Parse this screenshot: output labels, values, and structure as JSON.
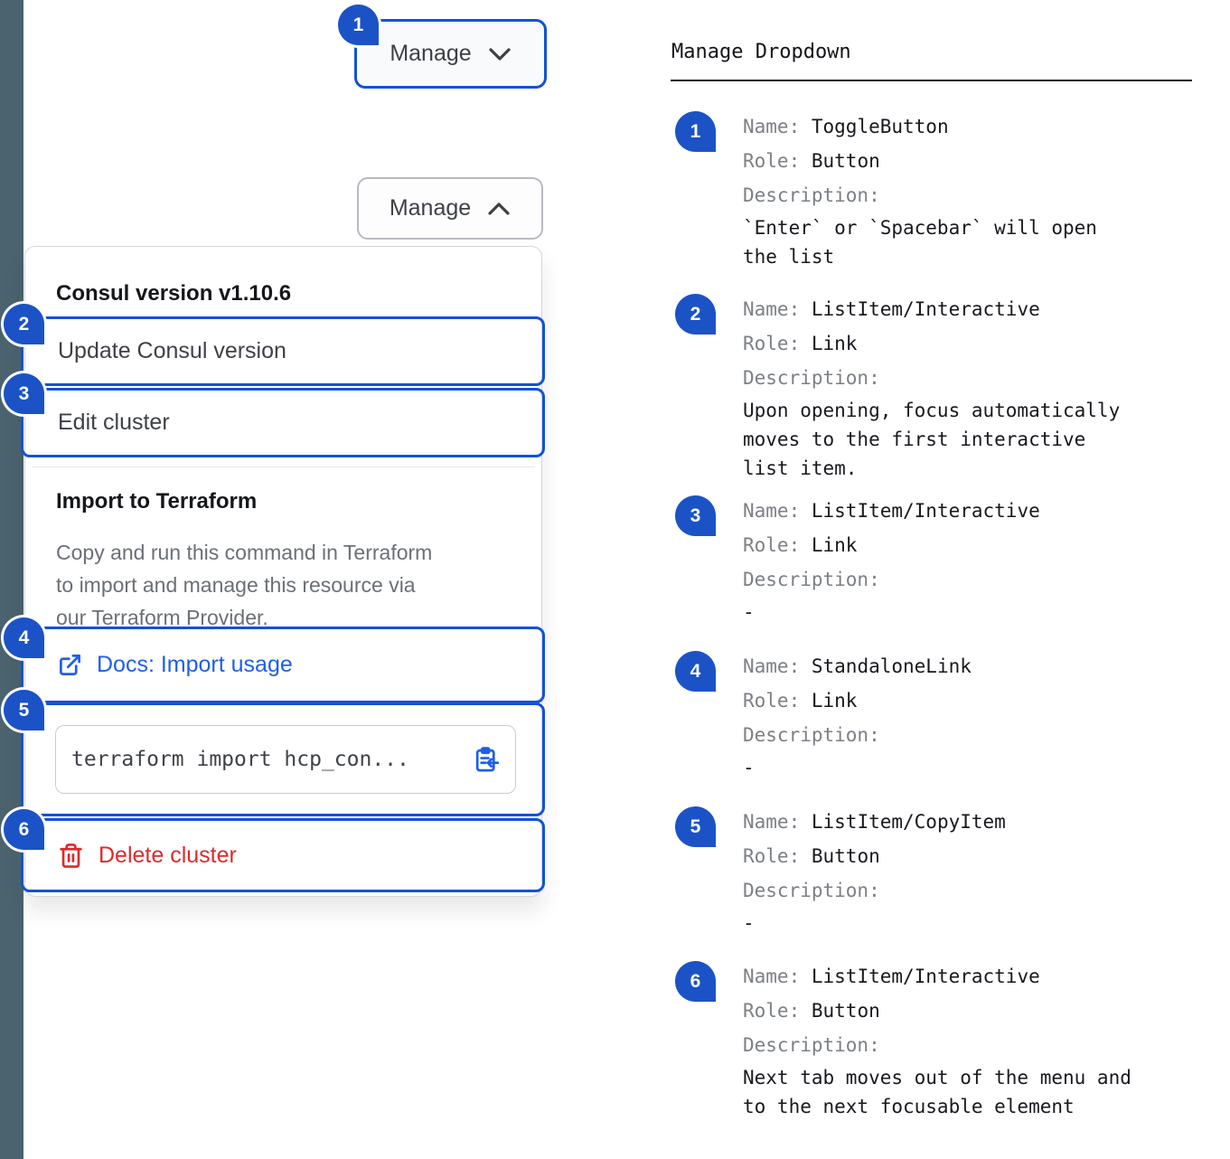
{
  "colors": {
    "primary_blue": "#1252d4",
    "badge_blue": "#1b53c6",
    "link_blue": "#1f5fe8",
    "danger_red": "#de2a2a",
    "sidebar_strip": "#4b636e"
  },
  "left_panel": {
    "collapsed_button": {
      "annotation": "1",
      "label": "Manage",
      "icon": "chevron-down-icon"
    },
    "expanded_button": {
      "label": "Manage",
      "icon": "chevron-up-icon"
    },
    "menu": {
      "version_header": "Consul version v1.10.6",
      "update_item": {
        "annotation": "2",
        "label": "Update Consul version"
      },
      "edit_item": {
        "annotation": "3",
        "label": "Edit cluster"
      },
      "import_header": "Import to Terraform",
      "import_description": "Copy and run this command in Terraform\nto import and manage this resource via\nour Terraform Provider.",
      "docs_link": {
        "annotation": "4",
        "label": "Docs: Import usage",
        "icon": "external-link-icon"
      },
      "copy_item": {
        "annotation": "5",
        "code": "terraform import hcp_con...",
        "icon": "clipboard-copy-icon"
      },
      "delete_item": {
        "annotation": "6",
        "label": "Delete cluster",
        "icon": "trash-icon"
      }
    }
  },
  "annotations_panel": {
    "title": "Manage Dropdown",
    "field_labels": {
      "name": "Name:",
      "role": "Role:",
      "description": "Description:"
    },
    "entries": [
      {
        "num": "1",
        "name": "ToggleButton",
        "role": "Button",
        "description": "`Enter` or `Spacebar` will open\nthe list"
      },
      {
        "num": "2",
        "name": "ListItem/Interactive",
        "role": "Link",
        "description": "Upon opening, focus automatically\nmoves to the first interactive\nlist item."
      },
      {
        "num": "3",
        "name": "ListItem/Interactive",
        "role": "Link",
        "description": "-"
      },
      {
        "num": "4",
        "name": "StandaloneLink",
        "role": "Link",
        "description": "-"
      },
      {
        "num": "5",
        "name": "ListItem/CopyItem",
        "role": "Button",
        "description": "-"
      },
      {
        "num": "6",
        "name": "ListItem/Interactive",
        "role": "Button",
        "description": "Next tab moves out of the menu and\nto the next focusable element"
      }
    ]
  }
}
